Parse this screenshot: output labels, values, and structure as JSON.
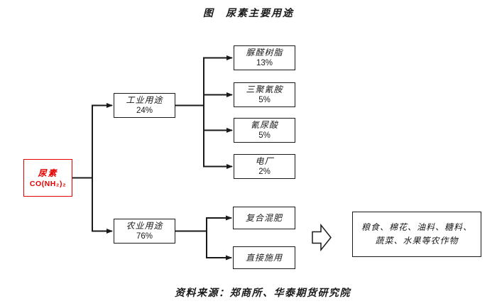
{
  "title": "图　尿素主要用途",
  "source": "资料来源：郑商所、华泰期货研究院",
  "colors": {
    "accent_red": "#e60000",
    "line_black": "#1a1a1a",
    "background": "#ffffff"
  },
  "root": {
    "name": "尿素",
    "formula": "CO(NH₂)₂"
  },
  "branches": {
    "industrial": {
      "label": "工业用途",
      "pct": "24%"
    },
    "agricultural": {
      "label": "农业用途",
      "pct": "76%"
    }
  },
  "industrial_children": [
    {
      "label": "脲醛树脂",
      "pct": "13%"
    },
    {
      "label": "三聚氰胺",
      "pct": "5%"
    },
    {
      "label": "氰尿酸",
      "pct": "5%"
    },
    {
      "label": "电厂",
      "pct": "2%"
    }
  ],
  "agricultural_children": [
    {
      "label": "复合混肥"
    },
    {
      "label": "直接施用"
    }
  ],
  "result_box": {
    "label": "粮食、棉花、油料、糖料、蔬菜、水果等农作物"
  }
}
